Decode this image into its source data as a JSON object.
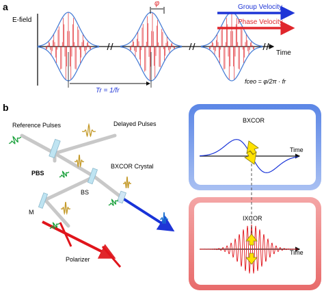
{
  "panel_a": {
    "label": "a",
    "efield_label": "E-field",
    "time_label": "Time",
    "phi_label": "φ",
    "group_velocity_label": "Group Velocity",
    "phase_velocity_label": "Phase Velocity",
    "tr_label": "Tr = 1/fr",
    "fceo_label": "fceo = φ/2π · fr",
    "colors": {
      "envelope": "#4a7fd6",
      "carrier": "#e0262b",
      "group_arrow": "#1f35d6",
      "phase_arrow": "#e0262b"
    }
  },
  "panel_b": {
    "label": "b",
    "reference_pulses_label": "Reference Pulses",
    "delayed_pulses_label": "Delayed Pulses",
    "pbs_label": "PBS",
    "bs_label": "BS",
    "bxcor_crystal_label": "BXCOR Crystal",
    "m_label": "M",
    "polarizer_label": "Polarizer",
    "bxcor_box_label": "BXCOR",
    "bxcor_time_label": "Time",
    "ixcor_box_label": "IXCOR",
    "ixcor_time_label": "Time",
    "colors": {
      "blue_frame": "#6f96e8",
      "red_frame": "#ef9a9a",
      "blue_beam": "#1833d8",
      "red_beam": "#e0141b",
      "gray_beam": "#c8c8c8",
      "pulse": "#c49a2a",
      "green_pulse": "#18a03a",
      "arrow_fill": "#ffe200"
    }
  }
}
